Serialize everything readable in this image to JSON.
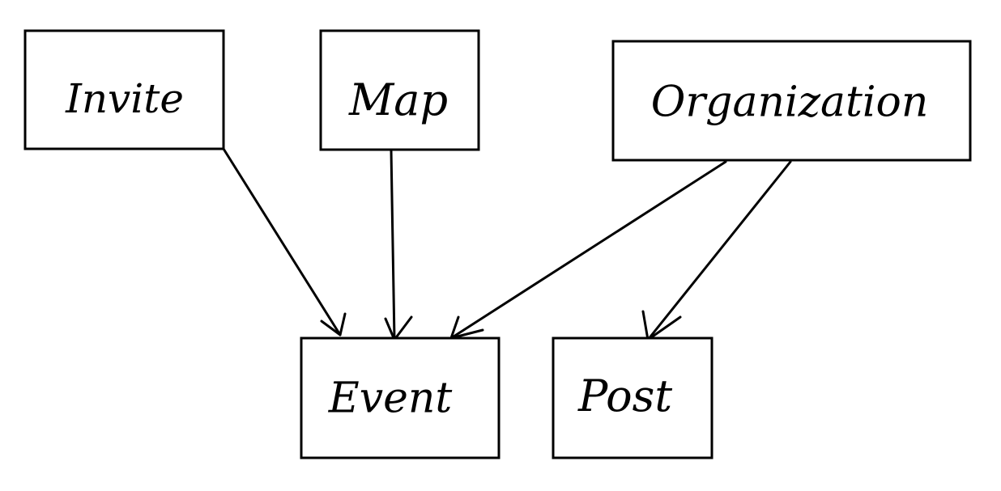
{
  "nodes": {
    "invite": {
      "label": "Invite"
    },
    "map": {
      "label": "Map"
    },
    "organization": {
      "label": "Organization"
    },
    "event": {
      "label": "Event"
    },
    "post": {
      "label": "Post"
    }
  },
  "edges": [
    {
      "from": "Invite",
      "to": "Event"
    },
    {
      "from": "Map",
      "to": "Event"
    },
    {
      "from": "Organization",
      "to": "Event"
    },
    {
      "from": "Organization",
      "to": "Post"
    }
  ],
  "colors": {
    "stroke": "#000000",
    "background": "#ffffff"
  }
}
